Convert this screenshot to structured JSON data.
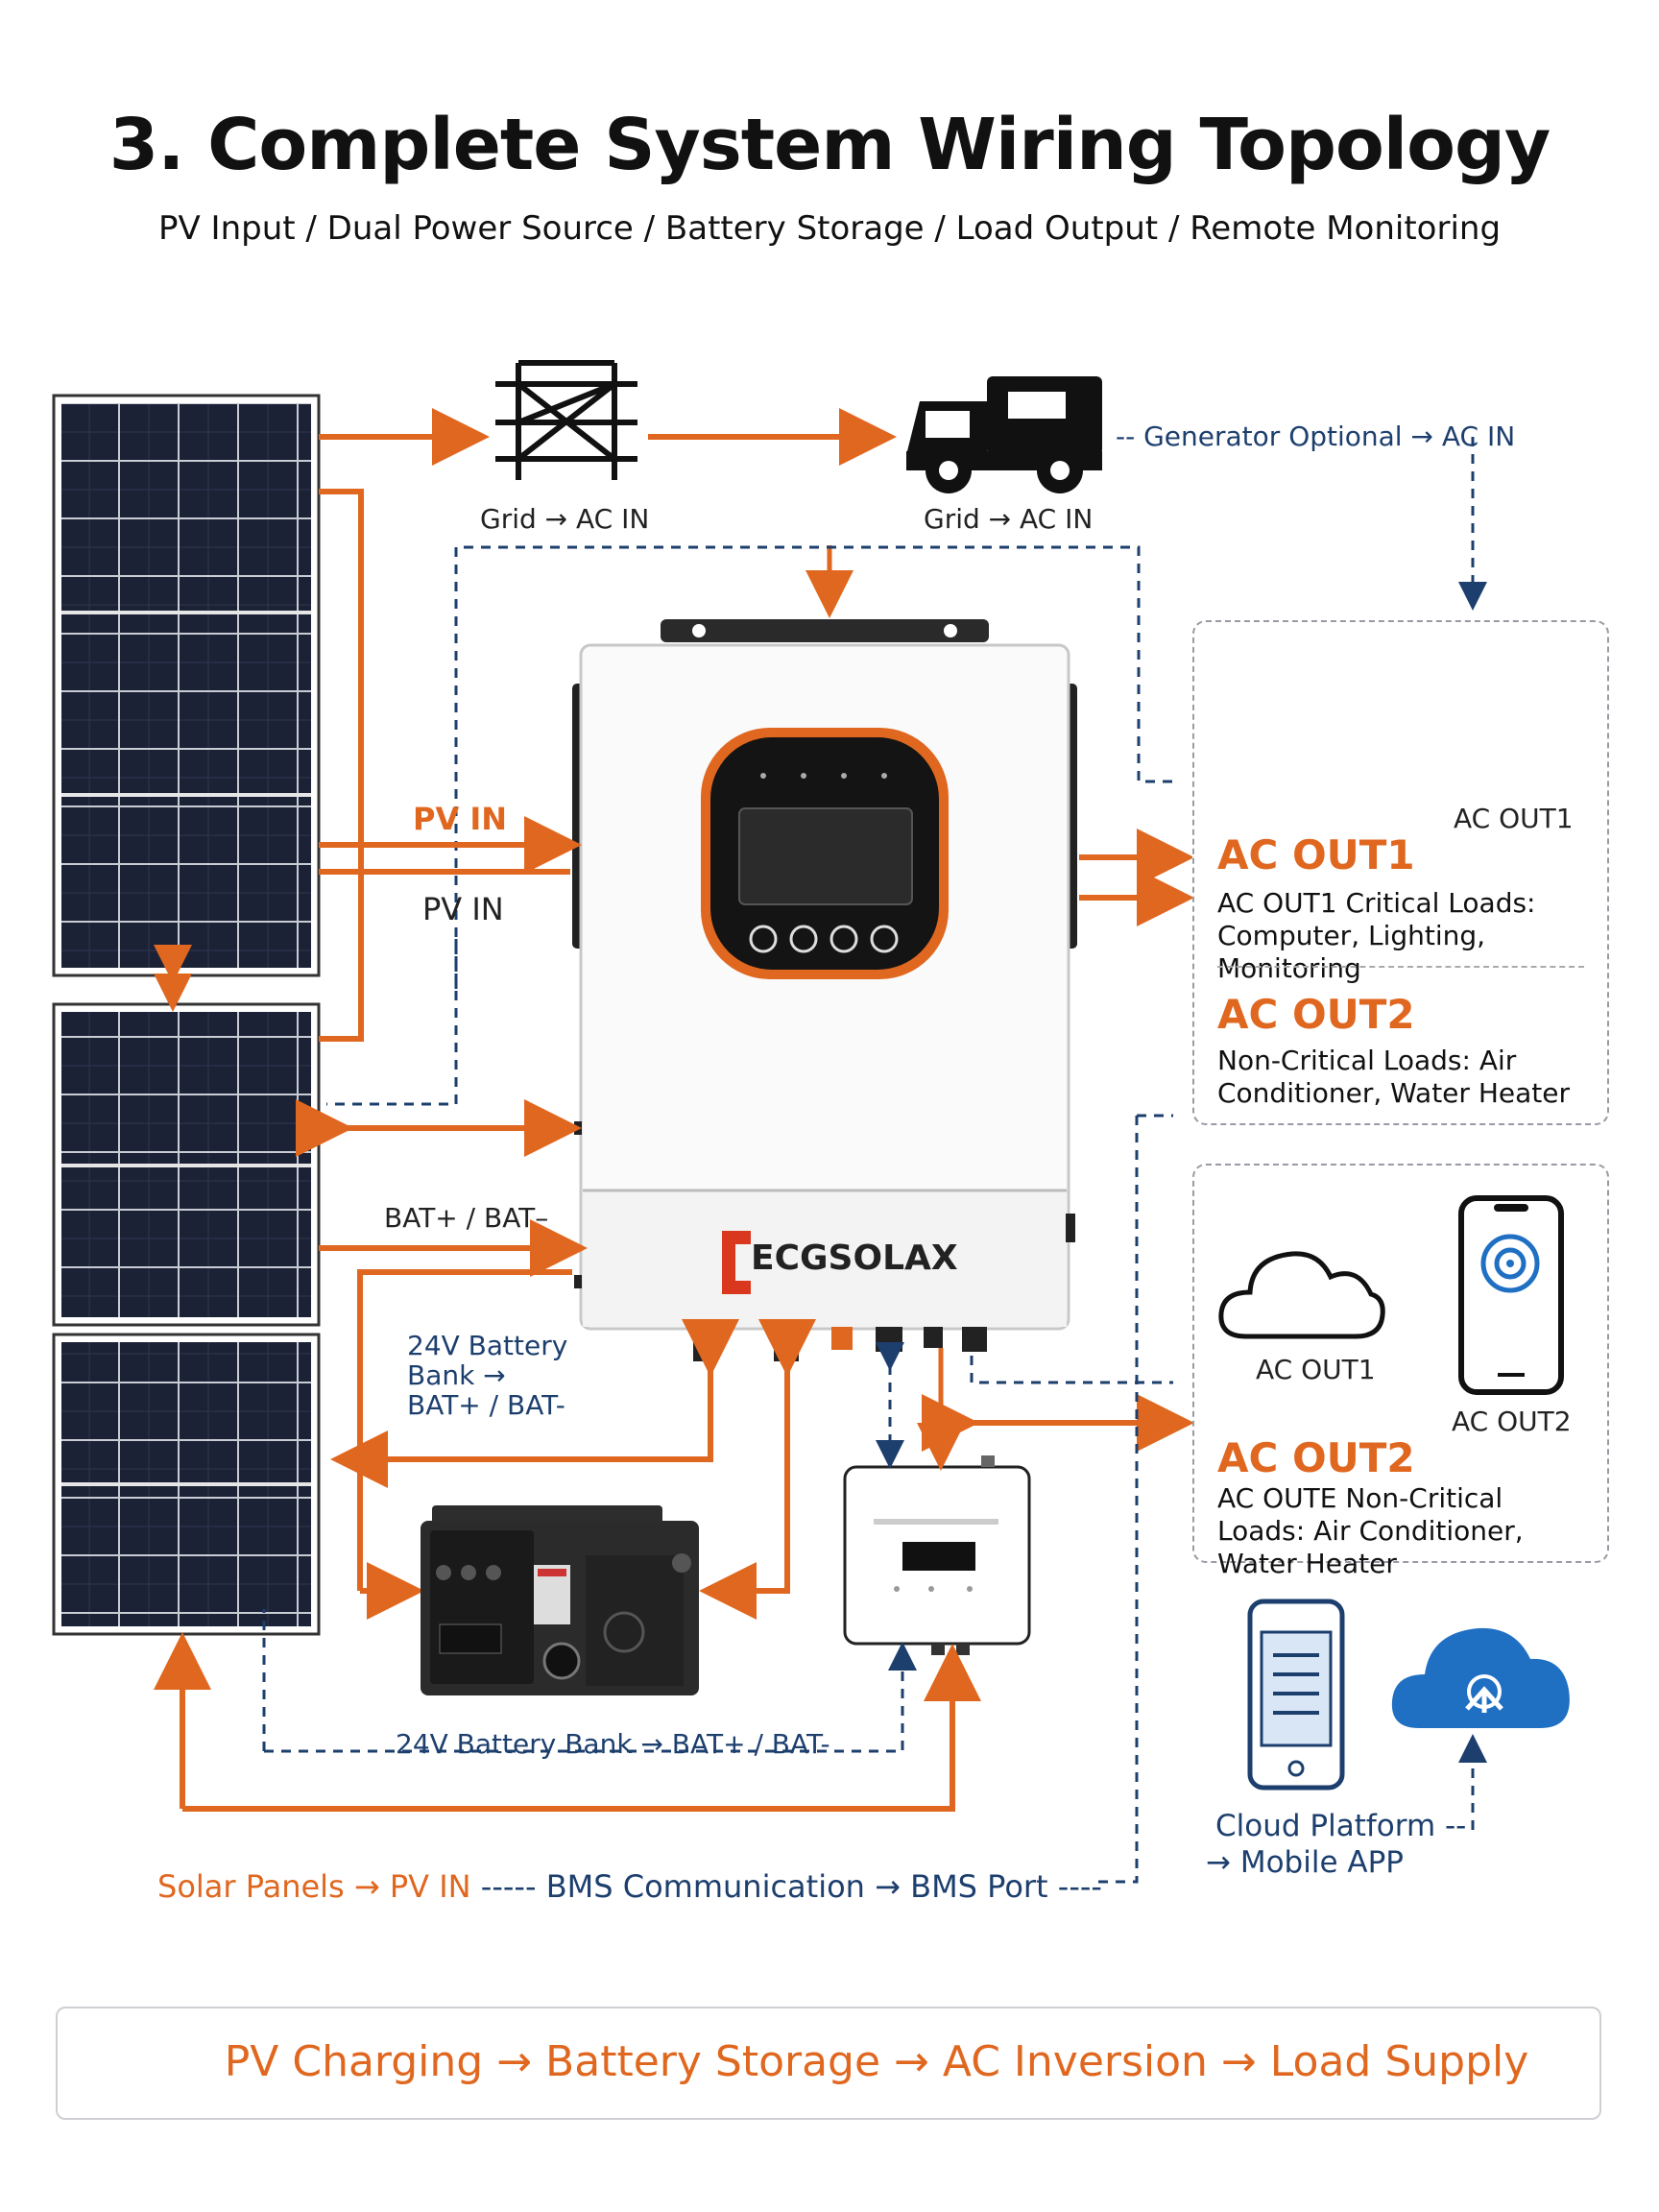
{
  "header": {
    "title": "3. Complete System Wiring Topology",
    "subtitle": "PV Input / Dual Power Source / Battery Storage / Load Output / Remote Monitoring"
  },
  "top_labels": {
    "grid_left": "Grid → AC IN",
    "grid_right": "Grid → AC IN",
    "generator": "-- Generator Optional → AC IN"
  },
  "pv_labels": {
    "pv_in_orange": "PV IN",
    "pv_in_black": "PV IN",
    "bat_terminals": "BAT+ / BAT–",
    "battery_bank_multiline": [
      "24V Battery",
      "Bank →",
      "BAT+ / BAT-"
    ],
    "battery_bank_bottom": "24V Battery Bank → BAT+ / BAT-"
  },
  "inverter": {
    "brand": "ECGSOLAX"
  },
  "load_box_1": {
    "icon_caption": "AC OUT1",
    "out1_title": "AC OUT1",
    "out1_desc": "AC OUT1 Critical Loads: Computer, Lighting, Monitoring",
    "out2_title": "AC OUT2",
    "out2_desc": "Non-Critical Loads: Air Conditioner, Water Heater"
  },
  "load_box_2": {
    "cloud_caption": "AC OUT1",
    "phone_caption": "AC OUT2",
    "out2_title": "AC OUT2",
    "out2_desc": "AC OUTE Non-Critical Loads: Air Conditioner, Water Heater"
  },
  "monitoring": {
    "cloud_label_line1": "Cloud Platform --",
    "cloud_label_line2": "→ Mobile APP"
  },
  "bottom_line": {
    "solar": "Solar Panels → PV IN",
    "sep1": "-----",
    "bms": "BMS Communication → BMS Port",
    "sep2": "----"
  },
  "flow_bar": {
    "text": "PV Charging → Battery Storage → AC Inversion → Load Supply"
  },
  "colors": {
    "orange": "#e0671f",
    "navy": "#1d3f6e",
    "panel": "#1c2236",
    "blue_cloud": "#1f6fc3"
  }
}
